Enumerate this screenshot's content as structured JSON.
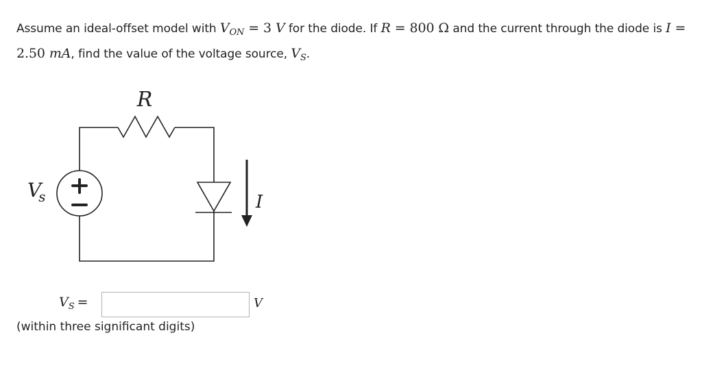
{
  "question": {
    "part1": "Assume an ideal-offset model with ",
    "von_var": "V",
    "von_sub": "ON",
    "von_eq": " = 3 ",
    "von_unit": "V",
    "part2": " for the diode. If ",
    "r_var": "R",
    "r_eq": " = 800 Ω",
    "part3": " and the current through the diode is ",
    "i_var": "I",
    "i_eq": " = 2.50 ",
    "i_unit": "mA",
    "part4": ", find the value of the voltage source, ",
    "vs_var": "V",
    "vs_sub": "S",
    "part5": "."
  },
  "circuit": {
    "resistor_label": "R",
    "source_label_main": "V",
    "source_label_sub": "s",
    "source_plus": "+",
    "source_minus": "−",
    "current_label": "I"
  },
  "answer": {
    "label_var": "V",
    "label_sub": "S",
    "label_eq": "=",
    "input_value": "",
    "input_placeholder": "",
    "unit": "V",
    "hint": "(within three significant digits)"
  }
}
